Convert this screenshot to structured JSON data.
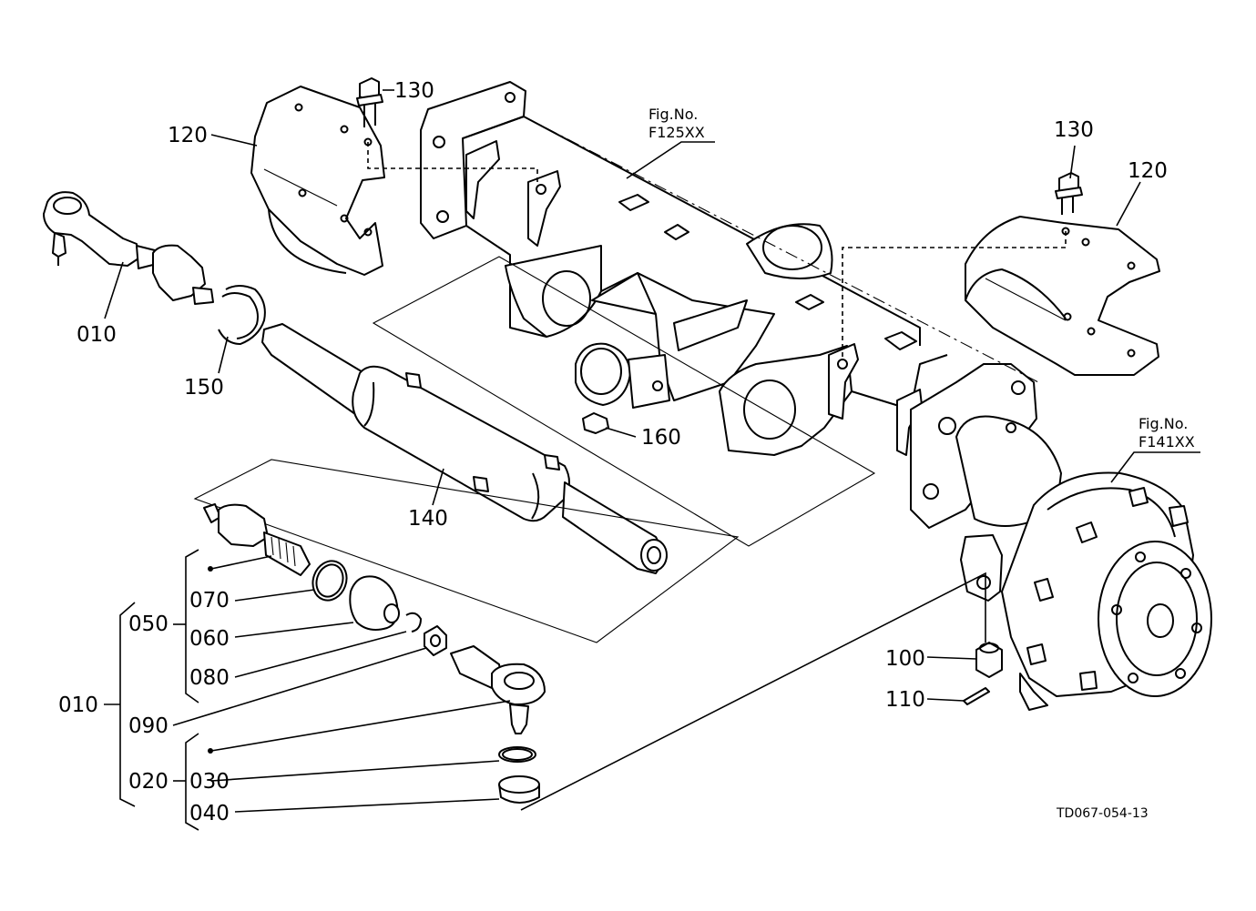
{
  "drawing_code": "TD067-054-13",
  "references": [
    {
      "line1": "Fig.No.",
      "line2": "F125XX"
    },
    {
      "line1": "Fig.No.",
      "line2": "F141XX"
    }
  ],
  "callouts": {
    "c130a": "130",
    "c120a": "120",
    "c130b": "130",
    "c120b": "120",
    "c010a": "010",
    "c150": "150",
    "c160": "160",
    "c140": "140",
    "c070": "070",
    "c050": "050",
    "c060": "060",
    "c080": "080",
    "c010b": "010",
    "c090": "090",
    "c020": "020",
    "c030": "030",
    "c040": "040",
    "c100": "100",
    "c110": "110"
  }
}
